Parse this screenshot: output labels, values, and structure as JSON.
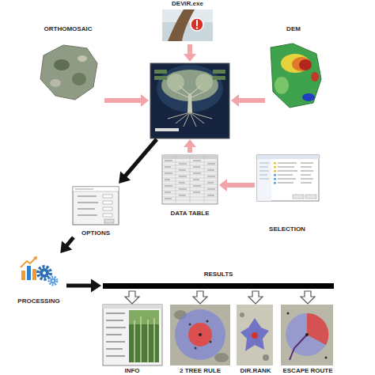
{
  "diagram": {
    "nodes": [
      {
        "text": [
          "DEViR.exe"
        ]
      },
      {
        "text": [
          "ORTHOMOSAIC"
        ]
      },
      {
        "text": []
      },
      {
        "text": [
          "DEM"
        ]
      },
      {
        "text": [
          "DATA TABLE"
        ]
      },
      {
        "text": [
          "SELECTION"
        ]
      },
      {
        "text": [
          "OPTIONS"
        ]
      },
      {
        "text": [
          "PROCESSING"
        ]
      },
      {
        "text": [
          "RESULTS"
        ]
      },
      {
        "text": [
          "INFO"
        ]
      },
      {
        "text": [
          "2 TREE RULE"
        ]
      },
      {
        "text": [
          "DIR.RANK"
        ]
      },
      {
        "text": [
          "ESCAPE ROUTE"
        ]
      }
    ],
    "edges": [
      {
        "from": 0,
        "to": 2,
        "arrow": "to"
      },
      {
        "from": 1,
        "to": 2,
        "arrow": "to"
      },
      {
        "from": 3,
        "to": 2,
        "arrow": "to"
      },
      {
        "from": 4,
        "to": 2,
        "arrow": "to"
      },
      {
        "from": 5,
        "to": 4,
        "arrow": "to"
      },
      {
        "from": 2,
        "to": 6,
        "arrow": "to"
      },
      {
        "from": 6,
        "to": 7,
        "arrow": "to"
      },
      {
        "from": 7,
        "to": 8,
        "arrow": "to"
      },
      {
        "from": 8,
        "to": 9,
        "arrow": "to"
      },
      {
        "from": 8,
        "to": 10,
        "arrow": "to"
      },
      {
        "from": 8,
        "to": 11,
        "arrow": "to"
      },
      {
        "from": 8,
        "to": 12,
        "arrow": "to"
      }
    ]
  }
}
